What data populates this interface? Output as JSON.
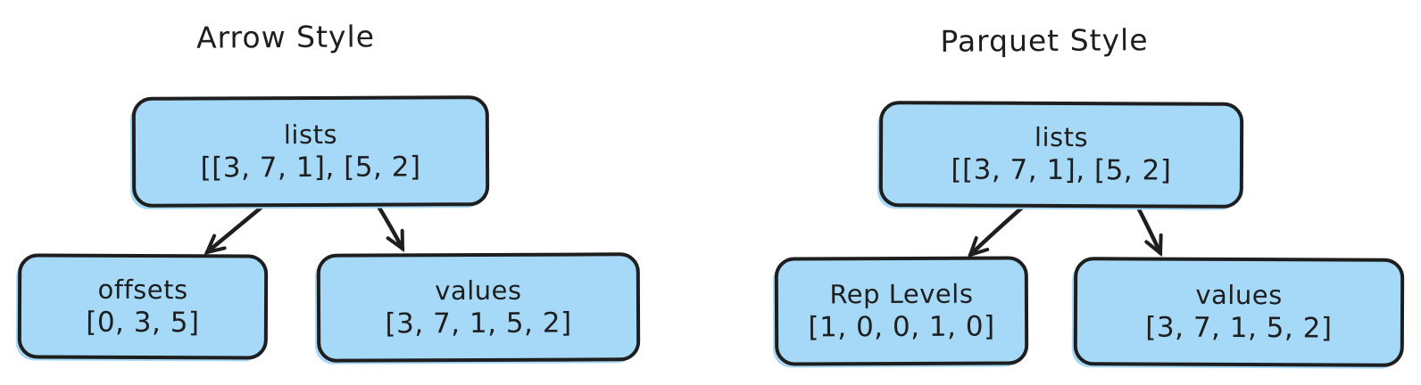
{
  "colors": {
    "node_fill": "#a5d9f7",
    "stroke": "#1e1e1e"
  },
  "left": {
    "title": "Arrow Style",
    "root": {
      "label": "lists",
      "value": "[[3, 7, 1], [5, 2]"
    },
    "children": [
      {
        "label": "offsets",
        "value": "[0, 3, 5]"
      },
      {
        "label": "values",
        "value": "[3, 7, 1, 5, 2]"
      }
    ]
  },
  "right": {
    "title": "Parquet Style",
    "root": {
      "label": "lists",
      "value": "[[3, 7, 1], [5, 2]"
    },
    "children": [
      {
        "label": "Rep Levels",
        "value": "[1, 0, 0, 1, 0]"
      },
      {
        "label": "values",
        "value": "[3, 7, 1, 5, 2]"
      }
    ]
  }
}
